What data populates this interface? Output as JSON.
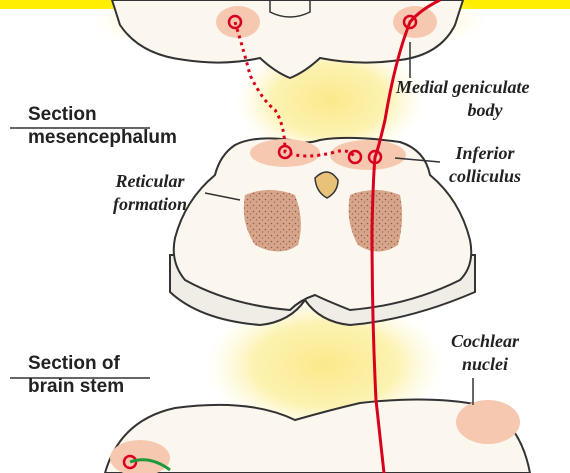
{
  "labels": {
    "section_mesencephalum_line1": "Section",
    "section_mesencephalum_line2": "mesencephalum",
    "section_brain_stem_line1": "Section of",
    "section_brain_stem_line2": "brain stem",
    "medial_geniculate_line1": "Medial geniculate",
    "medial_geniculate_line2": "body",
    "inferior_colliculus_line1": "Inferior",
    "inferior_colliculus_line2": "colliculus",
    "reticular_formation_line1": "Reticular",
    "reticular_formation_line2": "formation",
    "cochlear_nuclei_line1": "Cochlear",
    "cochlear_nuclei_line2": "nuclei"
  },
  "colors": {
    "background": "#ffffff",
    "top_banner": "#ffee00",
    "glow": "#fbe98a",
    "tissue": "#fbf7ef",
    "nucleus_pink": "#f6c8b0",
    "reticular_brown": "#c9957a",
    "pathway_red": "#d8001c",
    "pathway_green": "#1f9a3a",
    "outline": "#333333"
  }
}
